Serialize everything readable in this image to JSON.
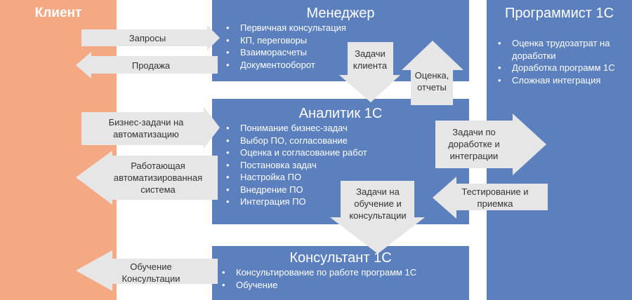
{
  "client": {
    "title": "Клиент"
  },
  "manager": {
    "title": "Менеджер",
    "items": [
      "Первичная консультация",
      "КП, переговоры",
      "Взаиморасчеты",
      "Документооборот"
    ]
  },
  "analyst": {
    "title": "Аналитик 1С",
    "items": [
      "Понимание бизнес-задач",
      "Выбор ПО, согласование",
      "Оценка и согласование работ",
      "Постановка задач",
      "Настройка ПО",
      "Внедрение ПО",
      "Интеграция ПО"
    ]
  },
  "consultant": {
    "title": "Консультант 1С",
    "items": [
      "Консультирование по работе программ 1С",
      "Обучение"
    ]
  },
  "programmer": {
    "title": "Программист 1С",
    "items": [
      "Оценка трудозатрат на доработки",
      "Доработка программ 1С",
      "Сложная интеграция"
    ]
  },
  "arrows": {
    "requests": "Запросы",
    "sale": "Продажа",
    "business": "Бизнес-задачи на автоматизацию",
    "working": "Работающая автоматизированная система",
    "training": "Обучение Консультации",
    "client_tasks": "Задачи клиента",
    "estimates": "Оценка, отчеты",
    "dev_tasks": "Задачи по доработке и интеграции",
    "testing": "Тестирование и приемка",
    "training_tasks": "Задачи на обучение и консультации"
  },
  "colors": {
    "client": "#f4a883",
    "role": "#5b80bd",
    "arrow": "#e6e6e6"
  }
}
